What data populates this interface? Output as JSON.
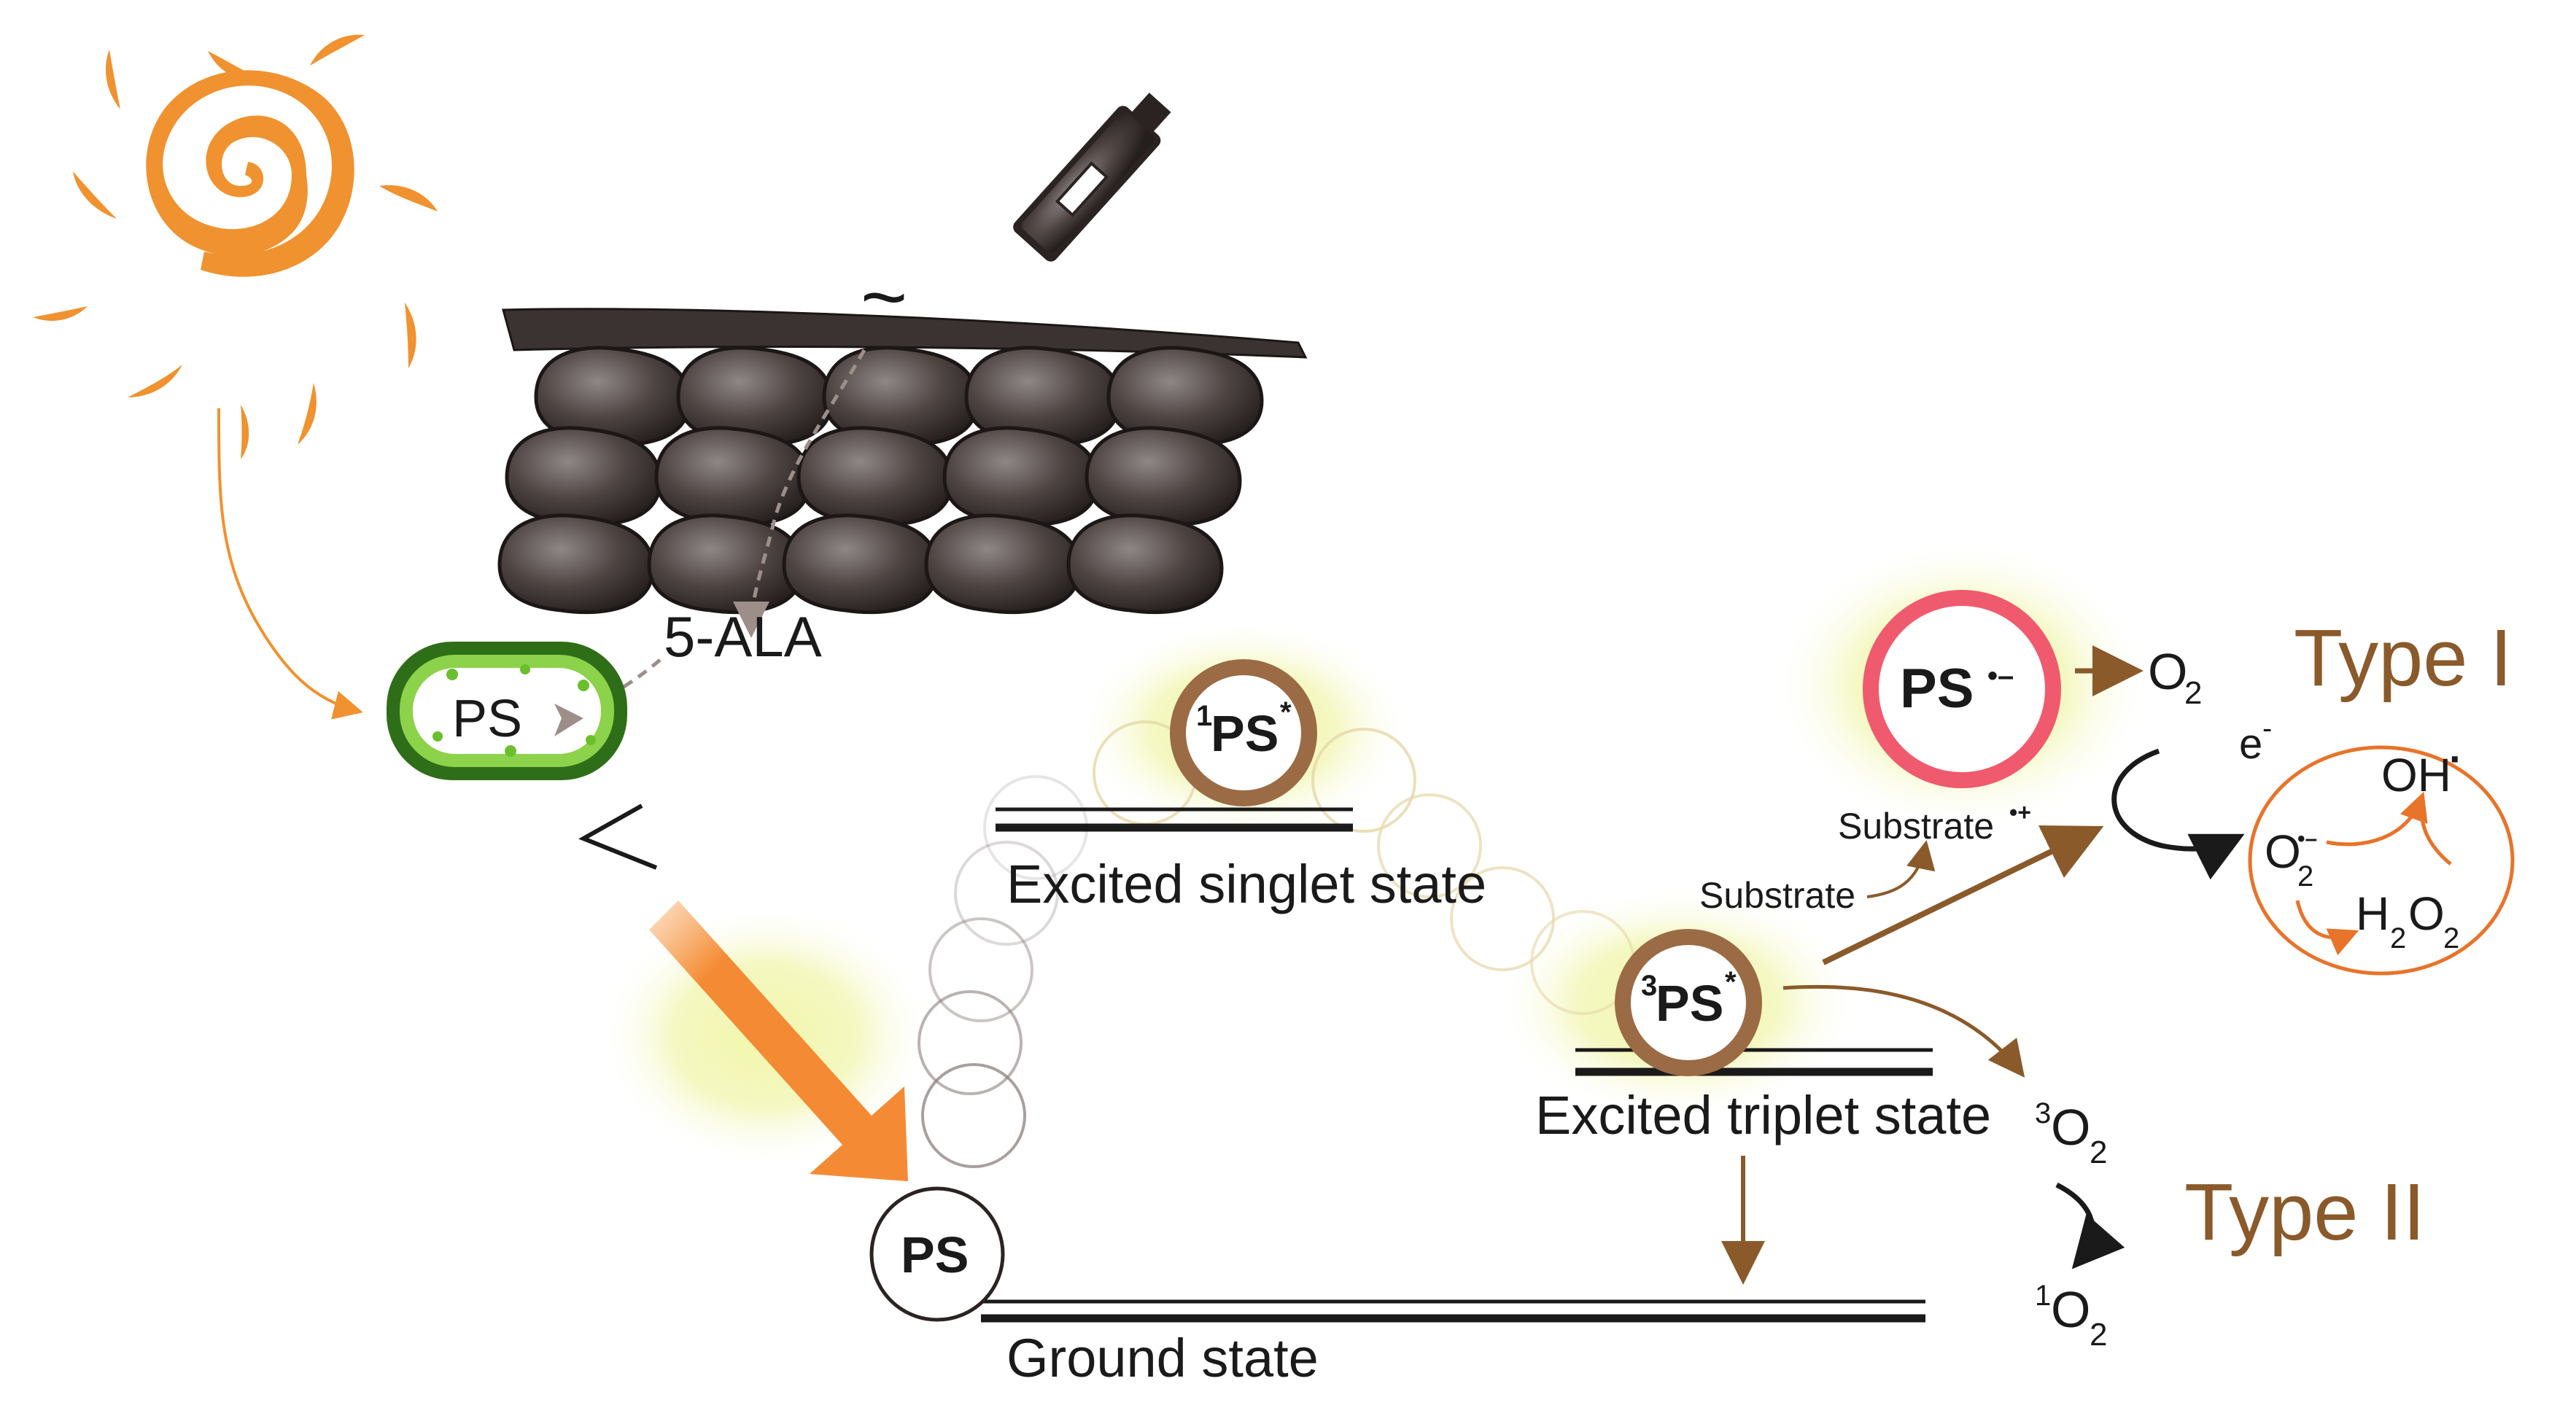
{
  "labels": {
    "ala": "5-ALA",
    "ps_cell": "PS",
    "singlet_ps": "PS",
    "singlet_sup": "1",
    "singlet_star": "*",
    "excited_singlet": "Excited singlet state",
    "triplet_ps": "PS",
    "triplet_sup": "3",
    "triplet_star": "*",
    "excited_triplet": "Excited triplet state",
    "ground_ps": "PS",
    "ground_state": "Ground state",
    "radical_ps": "PS",
    "radical_charge": "•–",
    "o2_type1": "O",
    "o2_type1_sub": "2",
    "electron": "e",
    "electron_sup": "-",
    "substrate_radical": "Substrate",
    "substrate_radical_sup": "•+",
    "substrate": "Substrate",
    "oh": "OH",
    "oh_dot": "·",
    "superoxide": "O",
    "superoxide_sub": "2",
    "superoxide_sup": "•–",
    "h2o2_h": "H",
    "h2o2_sub1": "2",
    "h2o2_o": "O",
    "h2o2_sub2": "2",
    "triplet_o2_sup": "3",
    "triplet_o2": "O",
    "triplet_o2_sub": "2",
    "singlet_o2_sup": "1",
    "singlet_o2": "O",
    "singlet_o2_sub": "2",
    "type1": "Type I",
    "type2": "Type II",
    "light_tilde": "~"
  },
  "colors": {
    "sun": "#f0922f",
    "arrow_orange": "#f58a34",
    "brown": "#8a5a2b",
    "ring_brown": "#9b6b45",
    "radical_ring": "#f05a6e",
    "cell_green": "#3a8a1f",
    "glow": "#e8f08a",
    "skin_dark": "#3a3331"
  }
}
